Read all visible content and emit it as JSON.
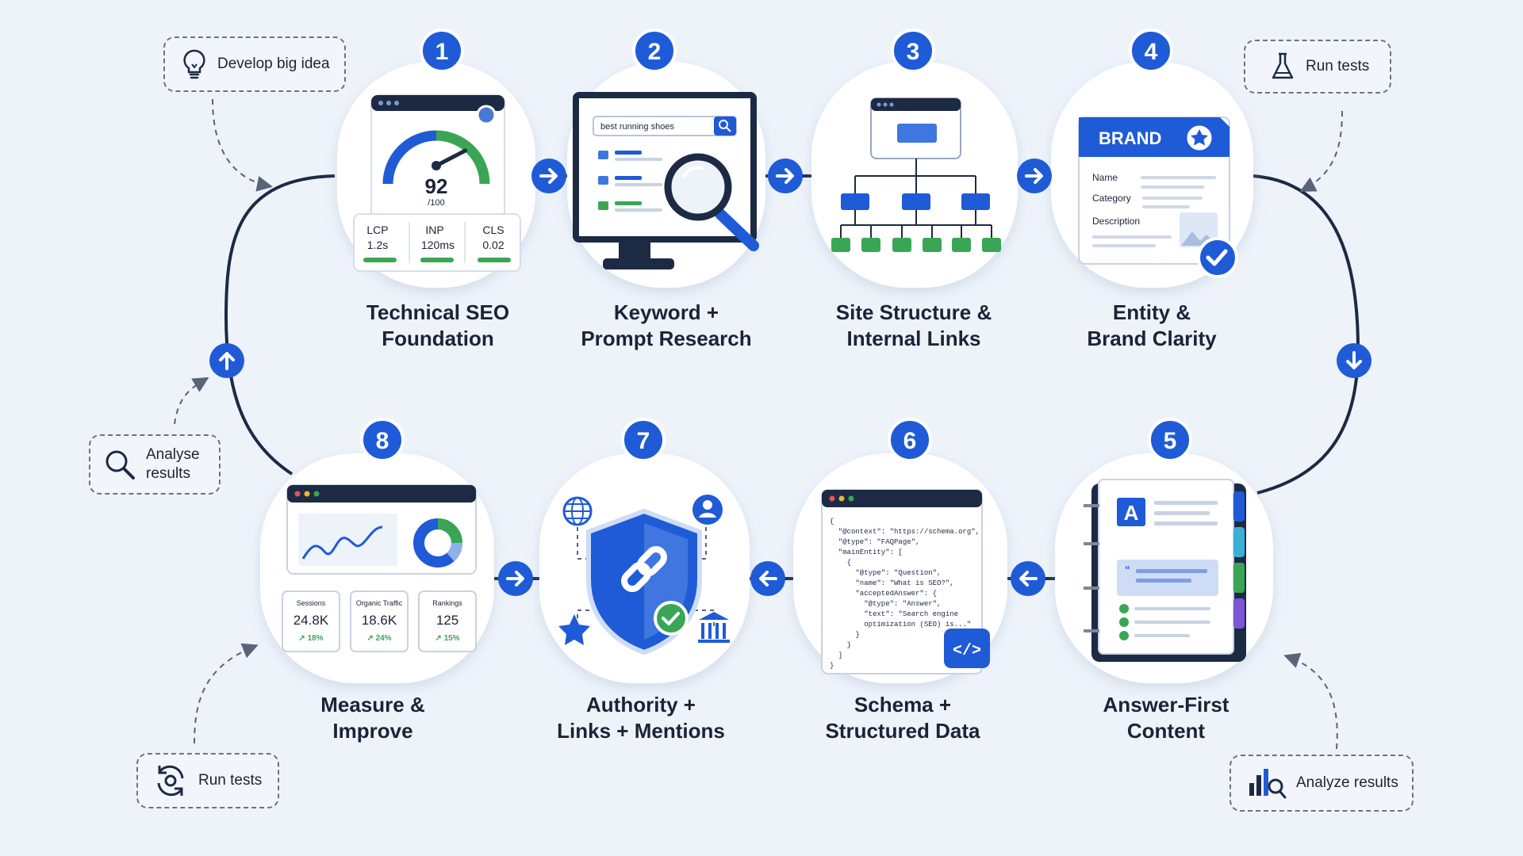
{
  "colors": {
    "primary": "#1f5bd6",
    "navy": "#1d2a44",
    "green": "#3aa655",
    "background": "#eef3fa",
    "card": "#ffffff"
  },
  "steps": [
    {
      "number": "1",
      "title_line1": "Technical SEO",
      "title_line2": "Foundation"
    },
    {
      "number": "2",
      "title_line1": "Keyword +",
      "title_line2": "Prompt Research"
    },
    {
      "number": "3",
      "title_line1": "Site Structure &",
      "title_line2": "Internal Links"
    },
    {
      "number": "4",
      "title_line1": "Entity &",
      "title_line2": "Brand Clarity"
    },
    {
      "number": "5",
      "title_line1": "Answer-First",
      "title_line2": "Content"
    },
    {
      "number": "6",
      "title_line1": "Schema +",
      "title_line2": "Structured Data"
    },
    {
      "number": "7",
      "title_line1": "Authority +",
      "title_line2": "Links + Mentions"
    },
    {
      "number": "8",
      "title_line1": "Measure &",
      "title_line2": "Improve"
    }
  ],
  "notes": {
    "develop": {
      "label": "Develop big idea",
      "icon": "lightbulb-icon"
    },
    "run_tests_top": {
      "label": "Run tests",
      "icon": "flask-icon"
    },
    "analyse": {
      "label_line1": "Analyse",
      "label_line2": "results",
      "icon": "magnifier-icon"
    },
    "run_tests_bottom": {
      "label": "Run tests",
      "icon": "refresh-gear-icon"
    },
    "analyze_bottom": {
      "label": "Analyze results",
      "icon": "chart-search-icon"
    }
  },
  "gauge": {
    "score": "92",
    "max": "/100",
    "level": 0.92,
    "metrics": [
      {
        "name": "LCP",
        "value": "1.2s"
      },
      {
        "name": "INP",
        "value": "120ms"
      },
      {
        "name": "CLS",
        "value": "0.02"
      }
    ]
  },
  "search": {
    "query": "best running shoes"
  },
  "brand": {
    "heading": "BRAND",
    "fields": [
      "Name",
      "Category",
      "Description"
    ]
  },
  "content_doc": {
    "letter": "A"
  },
  "schema_code": [
    "{",
    "  \"@context\": \"https://schema.org\",",
    "  \"@type\": \"FAQPage\",",
    "  \"mainEntity\": [",
    "    {",
    "      \"@type\": \"Question\",",
    "      \"name\": \"What is SEO?\",",
    "      \"acceptedAnswer\": {",
    "        \"@type\": \"Answer\",",
    "        \"text\": \"Search engine",
    "        optimization (SEO) is...\"",
    "      }",
    "    }",
    "  ]",
    "}"
  ],
  "code_tag": "</>",
  "stats": [
    {
      "label": "Sessions",
      "value": "24.8K",
      "change": "↗ 18%"
    },
    {
      "label": "Organic Traffic",
      "value": "18.6K",
      "change": "↗ 24%"
    },
    {
      "label": "Rankings",
      "value": "125",
      "change": "↗ 15%"
    }
  ]
}
